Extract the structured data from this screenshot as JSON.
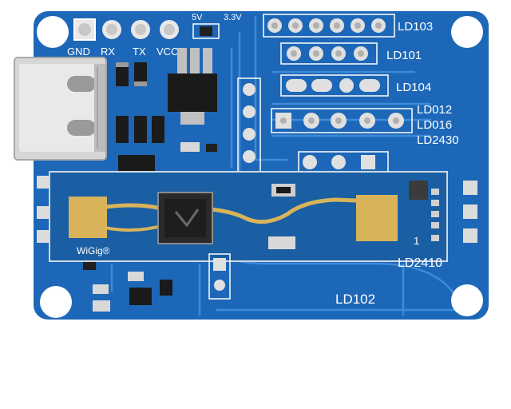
{
  "board": {
    "pcb_color": "#1d67b8",
    "trace_color": "#3f8ad8",
    "silk_color": "#ffffff",
    "module_color": "#1a5fa3",
    "antenna_color": "#d8b35a"
  },
  "labels": {
    "pin_gnd": "GND",
    "pin_rx": "RX",
    "pin_tx": "TX",
    "pin_vcc": "VCC",
    "v5": "5V",
    "v33": "3.3V",
    "ld103": "LD103",
    "ld101": "LD101",
    "ld104": "LD104",
    "ld012": "LD012",
    "ld016": "LD016",
    "ld2430": "LD2430",
    "ld2410": "LD2410",
    "ld102": "LD102",
    "wigig": "WiGig®",
    "pin_one": "1"
  },
  "icons": [
    "usb-c-connector",
    "mounting-hole",
    "radar-chip",
    "patch-antenna"
  ]
}
